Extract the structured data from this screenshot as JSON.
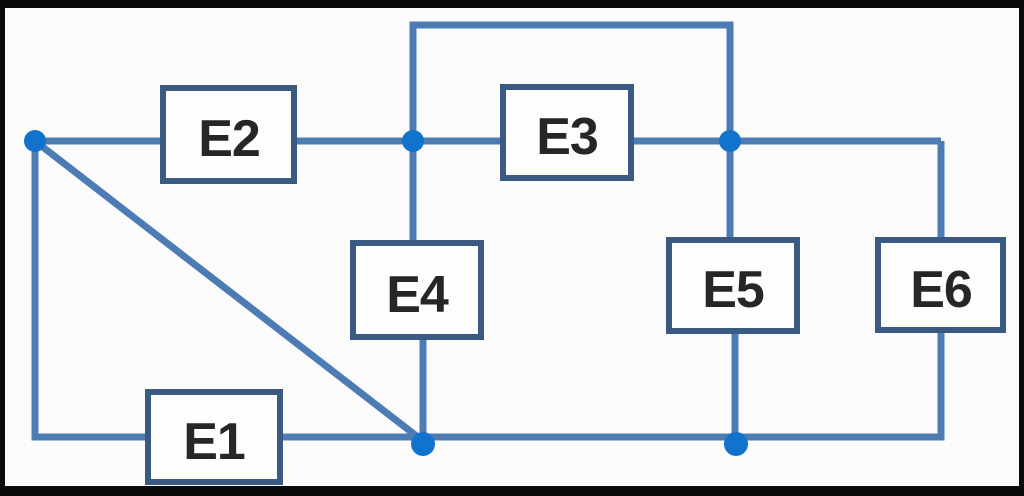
{
  "diagram": {
    "type": "circuit-network",
    "elements": [
      {
        "id": "E1",
        "label": "E1"
      },
      {
        "id": "E2",
        "label": "E2"
      },
      {
        "id": "E3",
        "label": "E3"
      },
      {
        "id": "E4",
        "label": "E4"
      },
      {
        "id": "E5",
        "label": "E5"
      },
      {
        "id": "E6",
        "label": "E6"
      }
    ],
    "junction_count": 5,
    "colors": {
      "background": "#0a0a0a",
      "canvas": "#fbfbfc",
      "wire": "#4d7cb5",
      "box_border": "#3a5a82",
      "box_fill": "#fdfdfe",
      "junction": "#1273cc",
      "label": "#262626"
    }
  }
}
